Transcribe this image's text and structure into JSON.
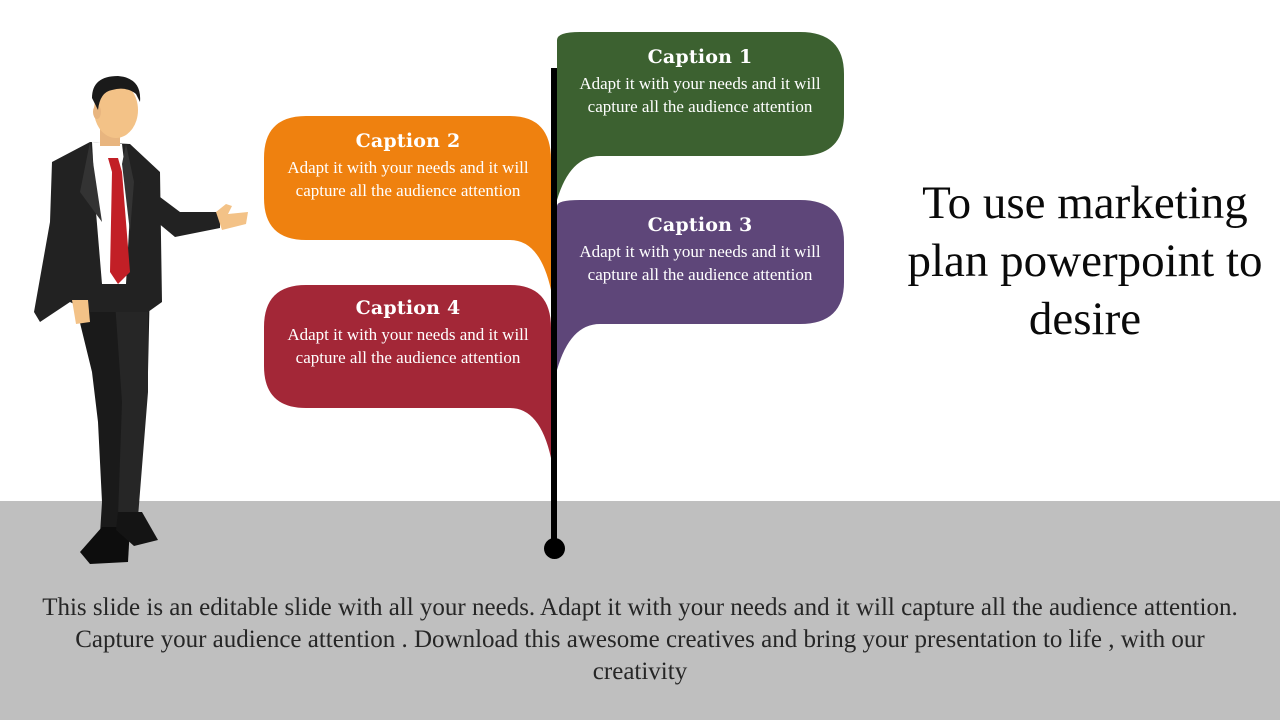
{
  "slide": {
    "headline": "To use marketing plan powerpoint to desire",
    "footer": "This slide is an editable slide with all your needs. Adapt it with your needs and it will capture all the audience attention. Capture your audience attention . Download this awesome creatives and bring your presentation to life , with our creativity"
  },
  "captions": [
    {
      "title": "Caption 1",
      "text": "Adapt it with your needs and it will capture all the audience attention",
      "color": "#3c6130"
    },
    {
      "title": "Caption 2",
      "text": "Adapt it with your needs and it will capture all the audience attention",
      "color": "#ef810f"
    },
    {
      "title": "Caption 3",
      "text": "Adapt it with your needs and it will capture all the audience attention",
      "color": "#5e4679"
    },
    {
      "title": "Caption 4",
      "text": "Adapt it with your needs and it will capture all the audience attention",
      "color": "#a32737"
    }
  ],
  "icons": [
    "businessman-illustration",
    "signpost-pole"
  ]
}
